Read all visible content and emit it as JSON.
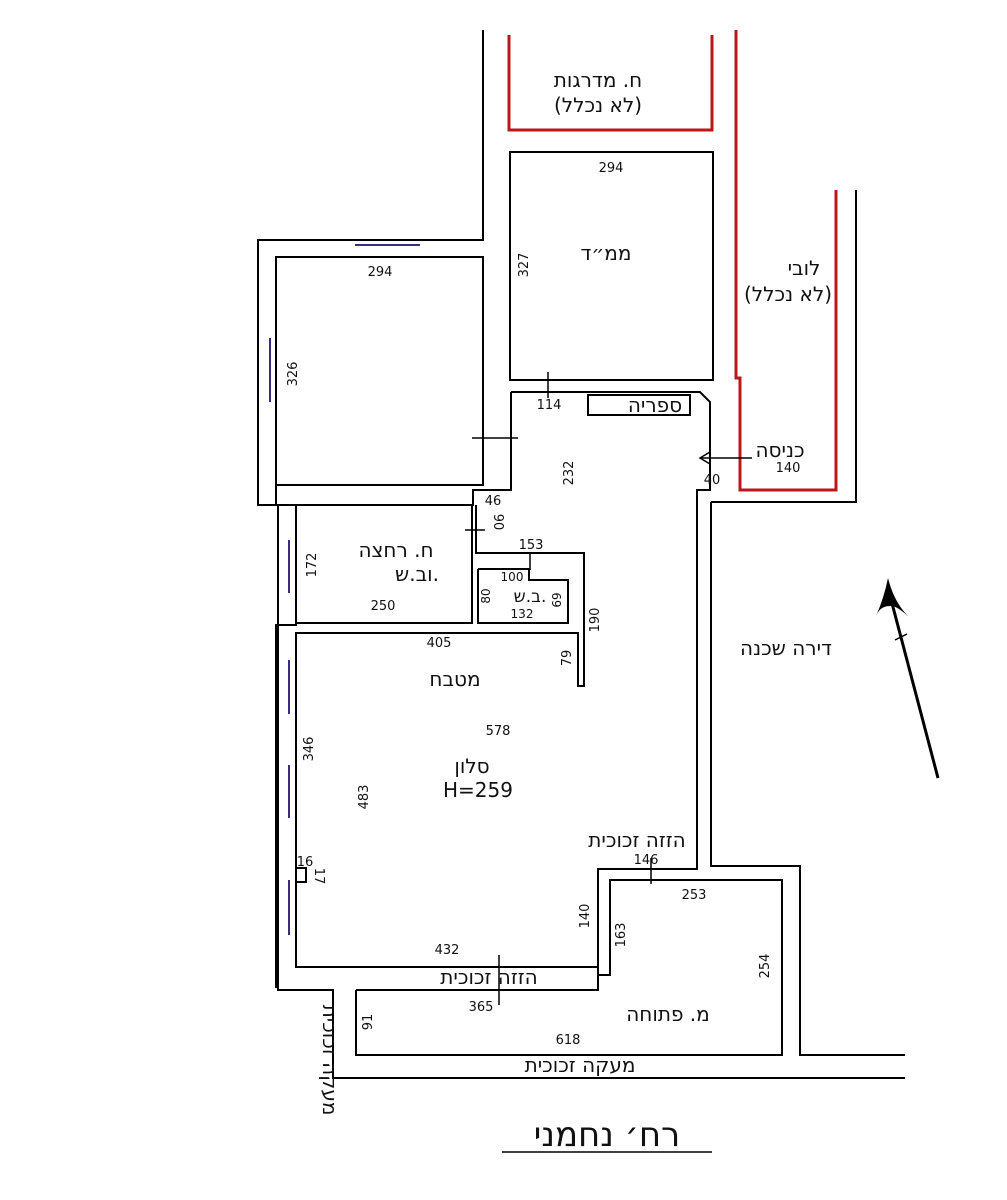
{
  "rooms": {
    "stairwell": "ח. מדרגות",
    "stairwell_note": "(לא נכלל)",
    "safe_room": "ממ״ד",
    "lobby": "לובי",
    "lobby_note": "(לא נכלל)",
    "library": "ספריה",
    "entrance": "כניסה",
    "bathroom_line1": "ח. רחצה",
    "bathroom_line2": "וב.ש.",
    "toilet": "ב.ש.",
    "neighbor": "דירה שכנה",
    "kitchen": "מטבח",
    "living": "סלון",
    "living_height": "H=259",
    "glass_slide_1": "הזזה זכוכית",
    "glass_slide_2": "הזזה זכוכית",
    "open_balcony": "מ. פתוחה",
    "glass_rail_bottom": "מעקה זכוכית",
    "glass_rail_side": "מעקה זכוכית",
    "street": "רח׳ נחמני"
  },
  "dims": {
    "d294a": "294",
    "d327": "327",
    "d294b": "294",
    "d326": "326",
    "d114": "114",
    "d232": "232",
    "d140a": "140",
    "d40": "40",
    "d46": "46",
    "d90": "90",
    "d172": "172",
    "d250": "250",
    "d153": "153",
    "d100": "100",
    "d80": "80",
    "d69": "69",
    "d132": "132",
    "d190": "190",
    "d405": "405",
    "d79": "79",
    "d578": "578",
    "d346": "346",
    "d483": "483",
    "d16": "16",
    "d17": "17",
    "d146": "146",
    "d253": "253",
    "d140b": "140",
    "d163": "163",
    "d254": "254",
    "d432": "432",
    "d365": "365",
    "d91": "91",
    "d618": "618"
  },
  "colors": {
    "wall": "#000000",
    "not_included_outline": "#b81818",
    "window": "#3d2a88"
  }
}
